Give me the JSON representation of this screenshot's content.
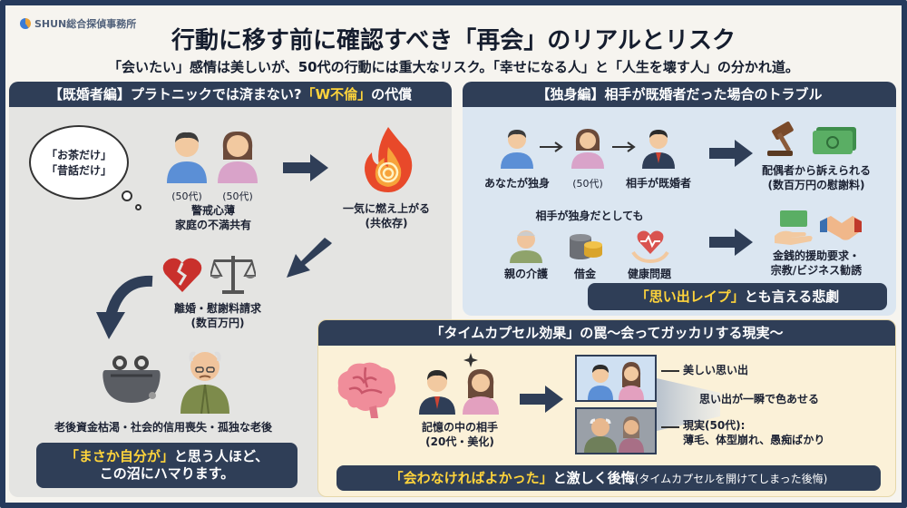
{
  "header": {
    "logo_text": "SHUN総合探偵事務所",
    "title": "行動に移す前に確認すべき「再会」のリアルとリスク",
    "subtitle": "「会いたい」感情は美しいが、50代の行動には重大なリスク。「幸せになる人」と「人生を壊す人」の分かれ道。"
  },
  "married": {
    "head_prefix": "【既婚者編】プラトニックでは済まない?",
    "head_highlight": "「W不倫」",
    "head_suffix": "の代償",
    "bubble_line1": "「お茶だけ」",
    "bubble_line2": "「昔話だけ」",
    "age_male": "(50代)",
    "age_female": "(50代)",
    "couple_line1": "警戒心薄",
    "couple_line2": "家庭の不満共有",
    "fire_line1": "一気に燃え上がる",
    "fire_line2": "(共依存)",
    "divorce_line1": "離婚・慰謝料請求",
    "divorce_line2": "(数百万円)",
    "ruin_text": "老後資金枯渇・社会的信用喪失・孤独な老後",
    "callout_hl": "「まさか自分が」",
    "callout_rest1": "と思う人ほど、",
    "callout_line2": "この沼にハマります。"
  },
  "single": {
    "head": "【独身編】相手が既婚者だった場合のトラブル",
    "you_label": "あなたが独身",
    "mid_age": "(50代)",
    "partner_label": "相手が既婚者",
    "sued_line1": "配偶者から訴えられる",
    "sued_line2": "(数百万円の慰謝料)",
    "even_if": "相手が独身だとしても",
    "care_label": "親の介護",
    "debt_label": "借金",
    "health_label": "健康問題",
    "money_line1": "金銭的援助要求・",
    "money_line2": "宗教/ビジネス勧誘",
    "callout_hl": "「思い出レイプ」",
    "callout_rest": "とも言える悲劇"
  },
  "capsule": {
    "head": "「タイムカプセル効果」の罠〜会ってガッカリする現実〜",
    "memory_line1": "記憶の中の相手",
    "memory_line2": "(20代・美化)",
    "beautiful": "美しい思い出",
    "fade": "思い出が一瞬で色あせる",
    "reality_line1": "現実(50代):",
    "reality_line2": "薄毛、体型崩れ、愚痴ばかり",
    "callout_hl": "「会わなければよかった」",
    "callout_rest": "と激しく後悔",
    "callout_note": "(タイムカプセルを開けてしまった後悔)"
  },
  "colors": {
    "navy": "#2f3e57",
    "highlight": "#ffd43b",
    "married_bg": "#e4e4e2",
    "single_bg": "#dbe6f1",
    "capsule_bg": "#fbf1d8"
  }
}
